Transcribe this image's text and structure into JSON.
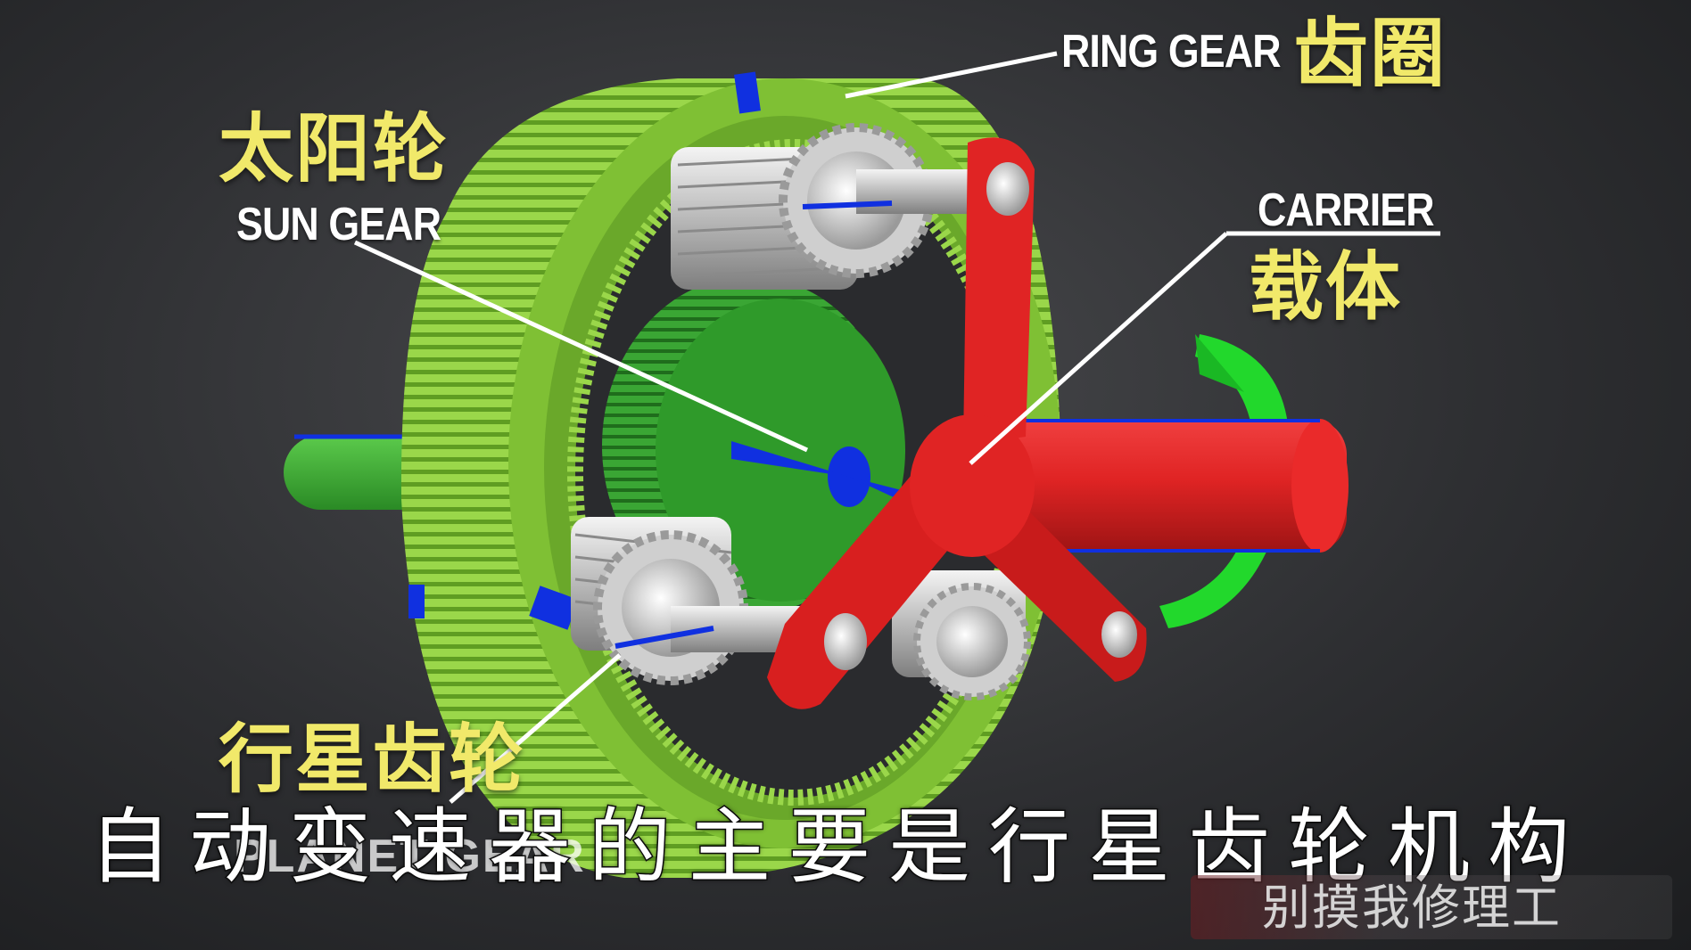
{
  "labels": {
    "ring_gear_en": "RING GEAR",
    "ring_gear_cn": "齿圈",
    "sun_gear_cn": "太阳轮",
    "sun_gear_en": "SUN GEAR",
    "carrier_en": "CARRIER",
    "carrier_cn": "载体",
    "planet_gear_cn": "行星齿轮",
    "planet_gear_en_partial": "PLANET GEAR"
  },
  "subtitle": "自动变速器的主要是行星齿轮机构",
  "watermark": "别摸我修理工",
  "colors": {
    "ring_gear": "#8fce3a",
    "sun_gear": "#2f9a2a",
    "carrier": "#e02424",
    "planet_pins": "#c8c8c8",
    "marker_blue": "#1030e0",
    "label_cn": "#f1e96a",
    "label_en": "#ffffff"
  }
}
